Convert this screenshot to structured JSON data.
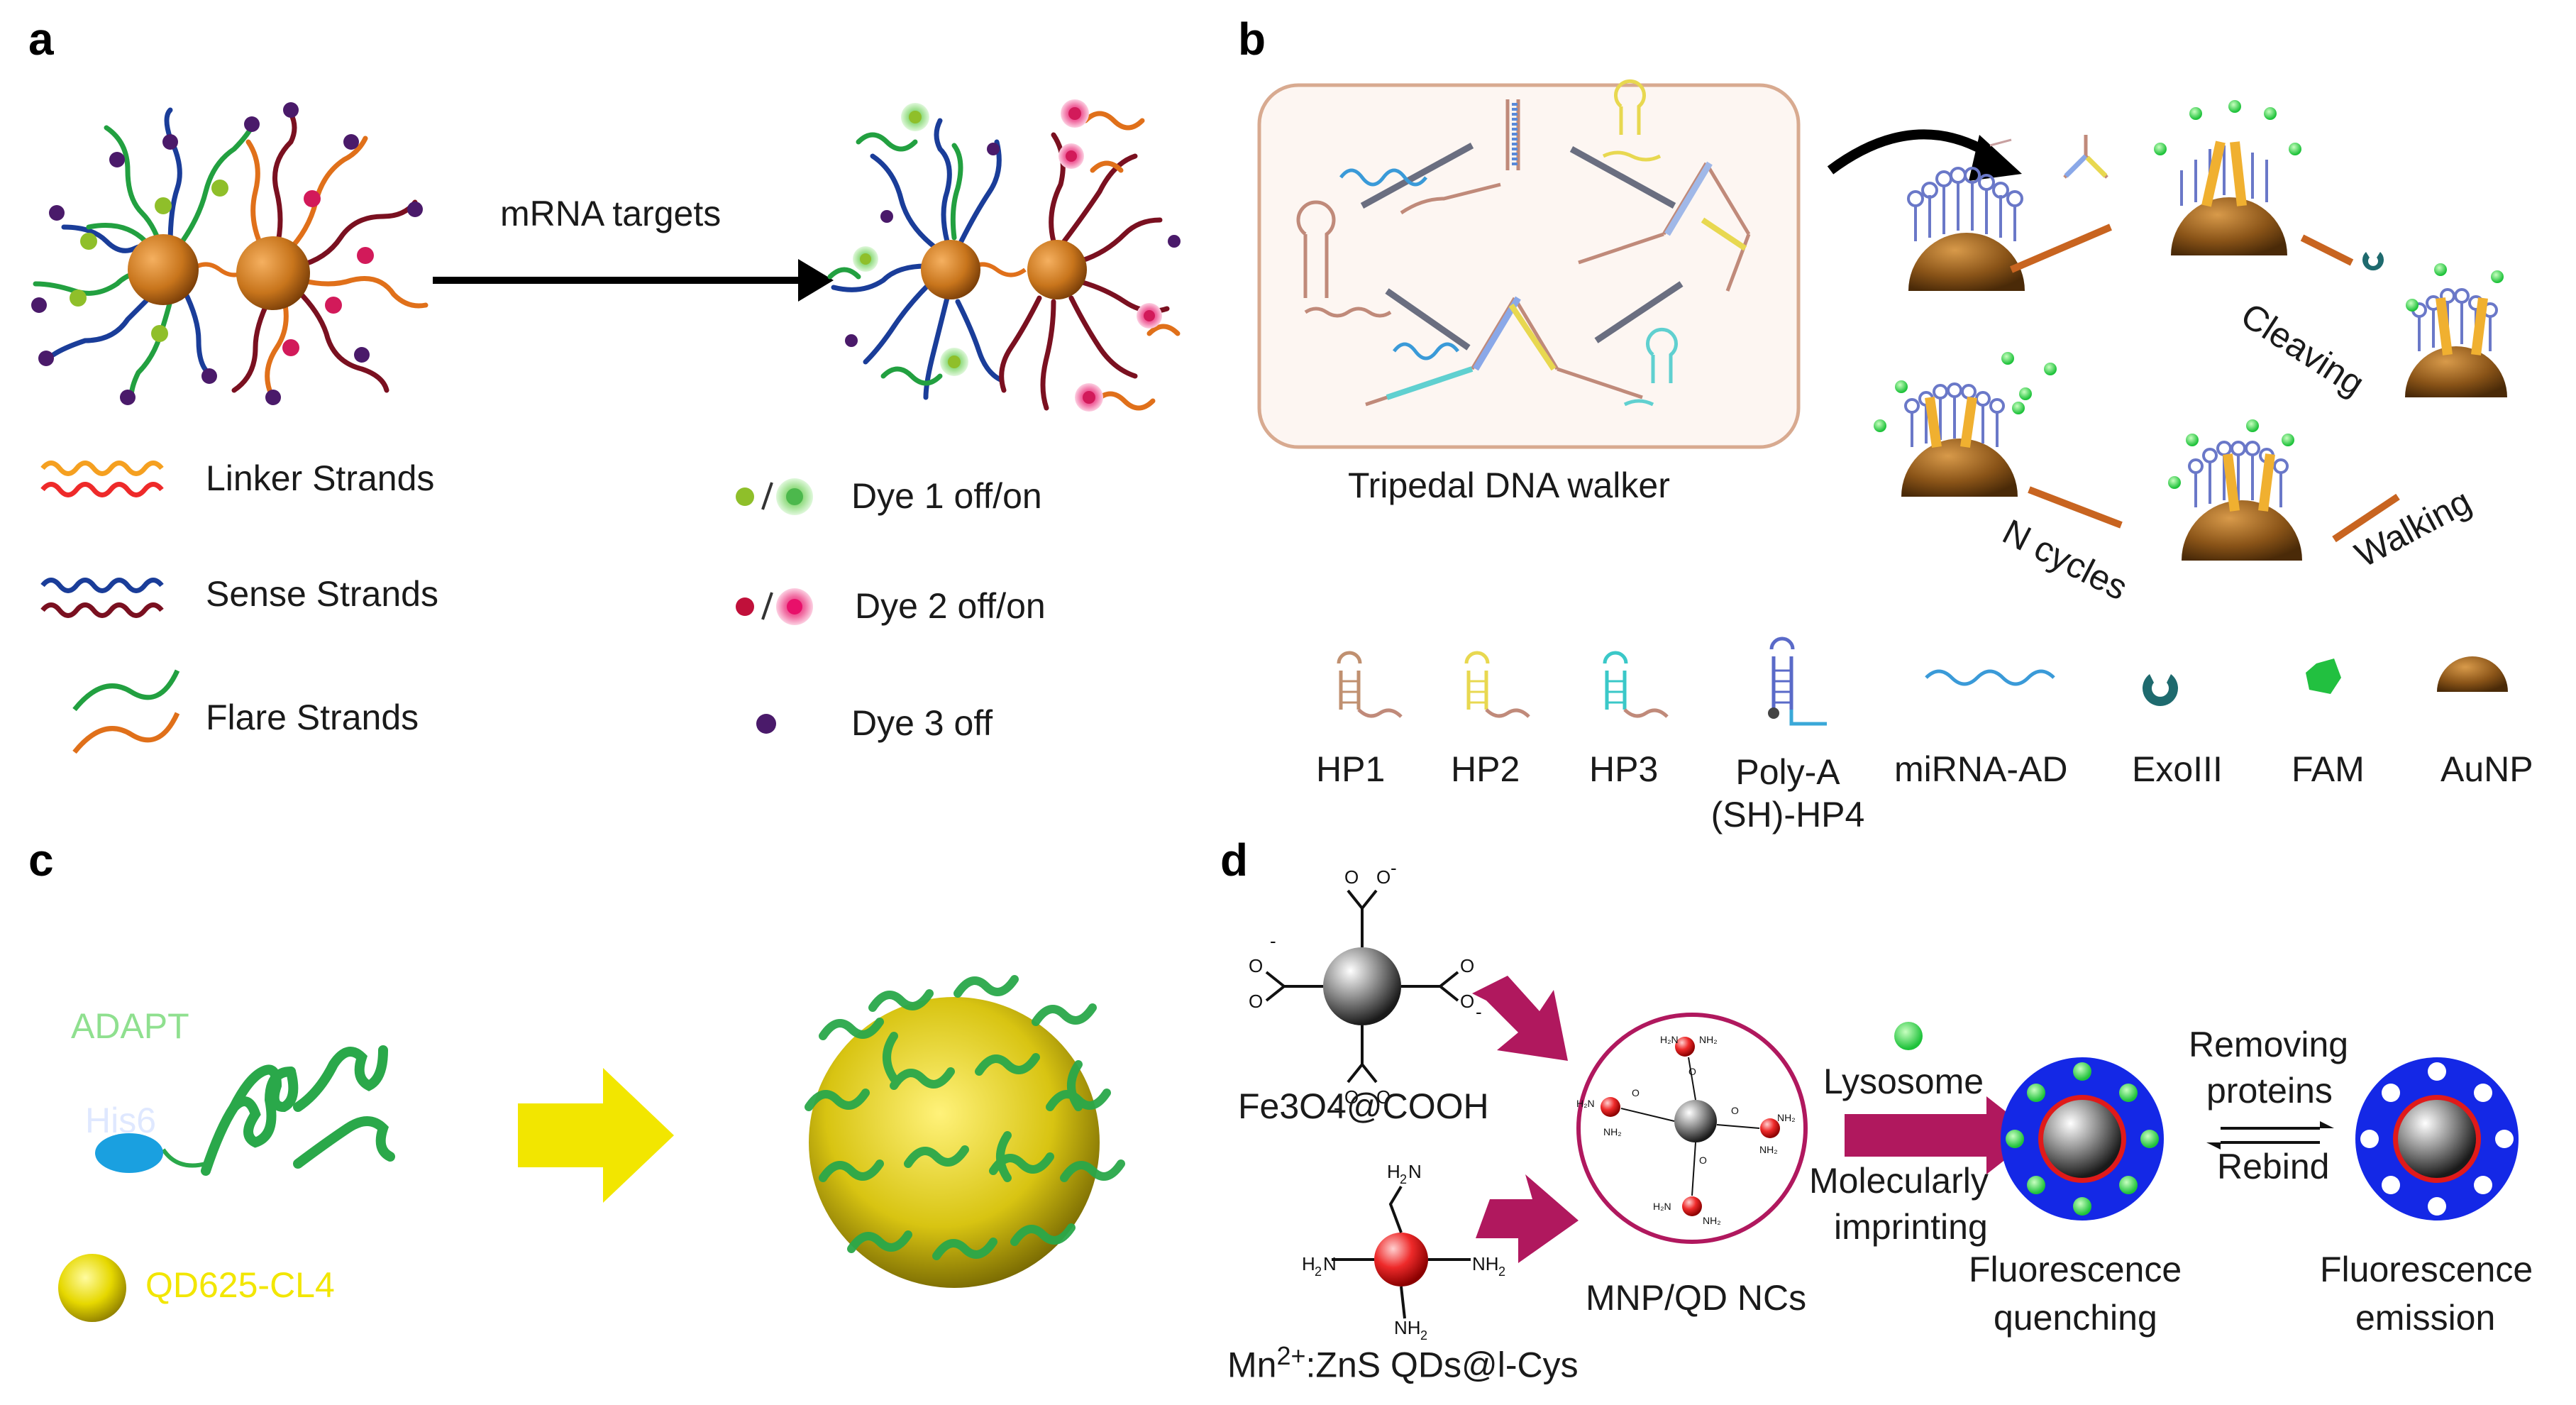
{
  "panels": {
    "a": {
      "letter": "a",
      "arrow_label": "mRNA targets",
      "legend": [
        {
          "label": "Linker Strands"
        },
        {
          "label": "Sense Strands"
        },
        {
          "label": "Flare Strands"
        },
        {
          "label": "Dye 1 off/on"
        },
        {
          "label": "Dye 2 off/on"
        },
        {
          "label": "Dye 3 off"
        }
      ]
    },
    "b": {
      "letter": "b",
      "box_caption": "Tripedal DNA walker",
      "cycle_labels": {
        "cleaving": "Cleaving",
        "walking": "Walking",
        "n_cycles": "N cycles"
      },
      "legend": [
        "HP1",
        "HP2",
        "HP3",
        "Poly-A\n(SH)-HP4",
        "miRNA-AD",
        "ExoIII",
        "FAM",
        "AuNP"
      ]
    },
    "c": {
      "letter": "c",
      "adapt": "ADAPT",
      "his6": "His6",
      "plus": "+",
      "qd": "QD625-CL4"
    },
    "d": {
      "letter": "d",
      "fe3o4": "Fe3O4@COOH",
      "mn": "Mn",
      "mn_sup": "2+",
      "mn_rest": ":ZnS QDs@l-Cys",
      "mnp": "MNP/QD NCs",
      "lysosome": "Lysosome",
      "molecularly": "Molecularly",
      "imprinting": "imprinting",
      "removing": "Removing",
      "proteins": "proteins",
      "rebind": "Rebind",
      "fq1": "Fluorescence",
      "fq2": "quenching",
      "fe1": "Fluorescence",
      "fe2": "emission"
    }
  },
  "colors": {
    "gold": "#c8751c",
    "gold_dark": "#8a4b10",
    "blue_strand": "#1a3d99",
    "red_strand": "#7a1020",
    "green_strand": "#22a040",
    "orange_strand": "#e0701a",
    "dye1": "#8fbf2a",
    "dye2": "#d21a5a",
    "dye3": "#4a1a6a",
    "magenta": "#b0185e",
    "blue_disk": "#1428e6",
    "yellow": "#f2e600"
  }
}
